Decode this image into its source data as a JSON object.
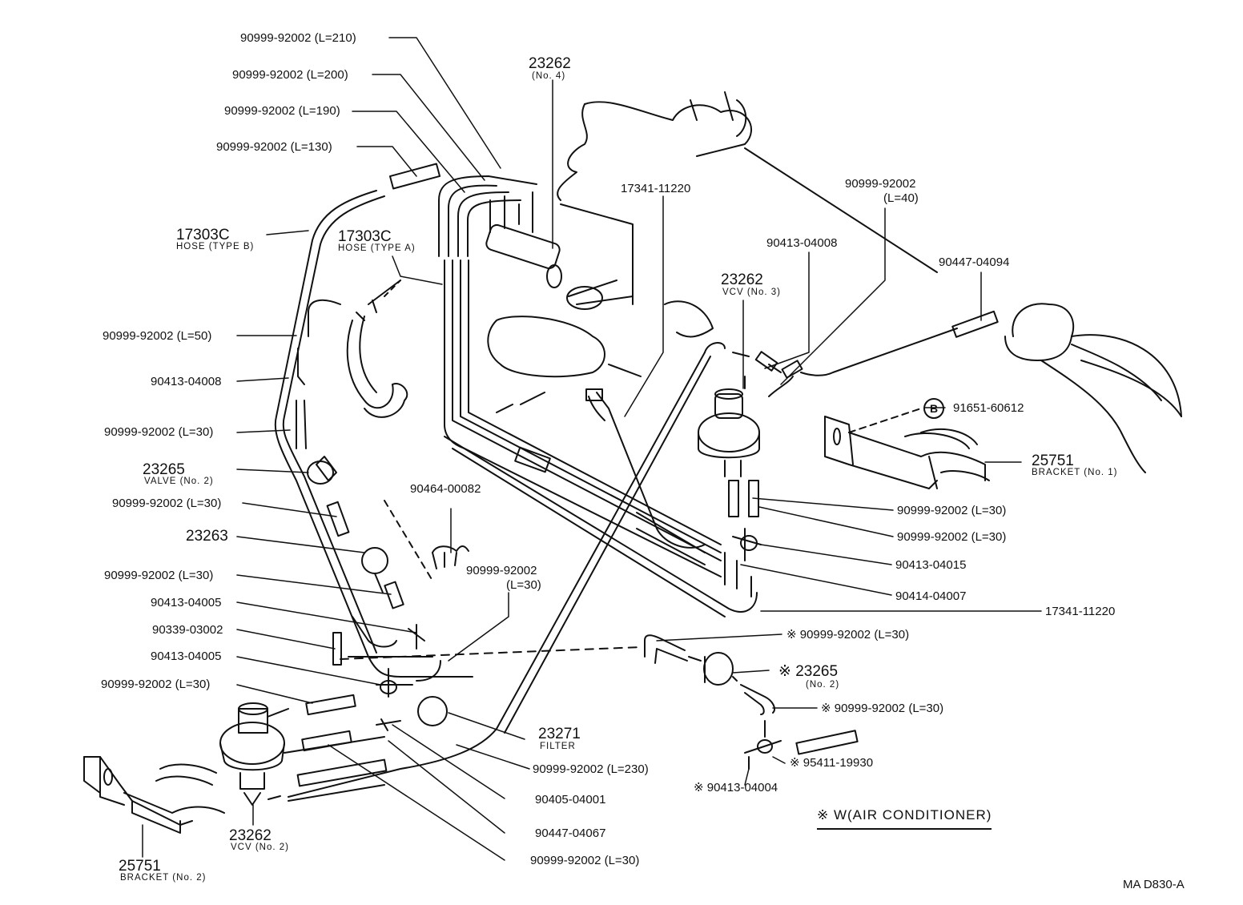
{
  "callouts": {
    "hose_210": "90999-92002 (L=210)",
    "hose_200": "90999-92002 (L=200)",
    "hose_190": "90999-92002 (L=190)",
    "hose_130": "90999-92002 (L=130)",
    "vcv4_num": "23262",
    "vcv4_sub": "(No. 4)",
    "hose_b_num": "17303C",
    "hose_b_sub": "HOSE (TYPE B)",
    "hose_a_num": "17303C",
    "hose_a_sub": "HOSE (TYPE A)",
    "pipe_top": "17341-11220",
    "hose_40_a": "90999-92002",
    "hose_40_b": "(L=40)",
    "tee_04008_r": "90413-04008",
    "valve_04094": "90447-04094",
    "vcv3_num": "23262",
    "vcv3_sub": "VCV (No. 3)",
    "hose_50": "90999-92002 (L=50)",
    "tee_04008_l": "90413-04008",
    "hose_30_a": "90999-92002 (L=30)",
    "clip_60612": "91651-60612",
    "clip_letter": "B",
    "valve2_num": "23265",
    "valve2_sub": "VALVE (No. 2)",
    "bracket1_num": "25751",
    "bracket1_sub": "BRACKET (No. 1)",
    "hose_30_b": "90999-92002 (L=30)",
    "clip_00082": "90464-00082",
    "hose_30_r1": "90999-92002 (L=30)",
    "hose_30_r2": "90999-92002 (L=30)",
    "part_23263": "23263",
    "hose_30_c1": "90999-92002",
    "hose_30_c2": "(L=30)",
    "tee_04015": "90413-04015",
    "hose_30_d": "90999-92002 (L=30)",
    "joint_04007": "90414-04007",
    "tee_04005_a": "90413-04005",
    "pipe_bottom": "17341-11220",
    "plug_03002": "90339-03002",
    "ac_hose_30_a": "※ 90999-92002 (L=30)",
    "tee_04005_b": "90413-04005",
    "ac_valve_num": "※ 23265",
    "ac_valve_sub": "(No. 2)",
    "hose_30_e": "90999-92002 (L=30)",
    "ac_hose_30_b": "※ 90999-92002 (L=30)",
    "filter_num": "23271",
    "filter_sub": "FILTER",
    "ac_hose_19930": "※ 95411-19930",
    "hose_230": "90999-92002 (L=230)",
    "ac_tee_04004": "※ 90413-04004",
    "joint_04001": "90405-04001",
    "ac_note": "※ W(AIR CONDITIONER)",
    "valve_04067": "90447-04067",
    "vcv2_num": "23262",
    "vcv2_sub": "VCV (No. 2)",
    "hose_30_f": "90999-92002 (L=30)",
    "bracket2_num": "25751",
    "bracket2_sub": "BRACKET (No. 2)",
    "drawing_code": "MA  D830-A"
  }
}
